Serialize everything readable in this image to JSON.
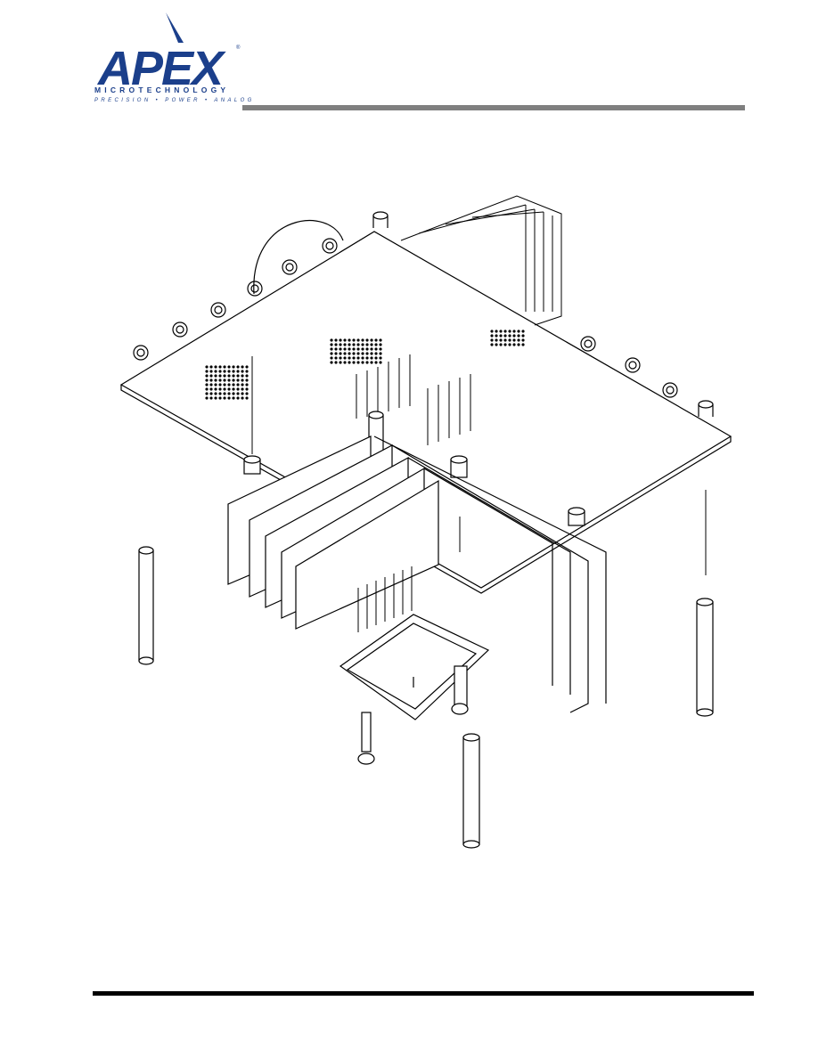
{
  "header": {
    "logo": {
      "wordmark": "APEX",
      "trademark": "®",
      "subline": "MICROTECHNOLOGY",
      "tagline": "PRECISION • POWER • ANALOG",
      "brand_color": "#1b3f8b"
    },
    "rule_color": "#7f7f7f"
  },
  "figure": {
    "type": "exploded assembly line drawing",
    "callout": "I"
  },
  "footer": {
    "rule_color": "#000000"
  }
}
